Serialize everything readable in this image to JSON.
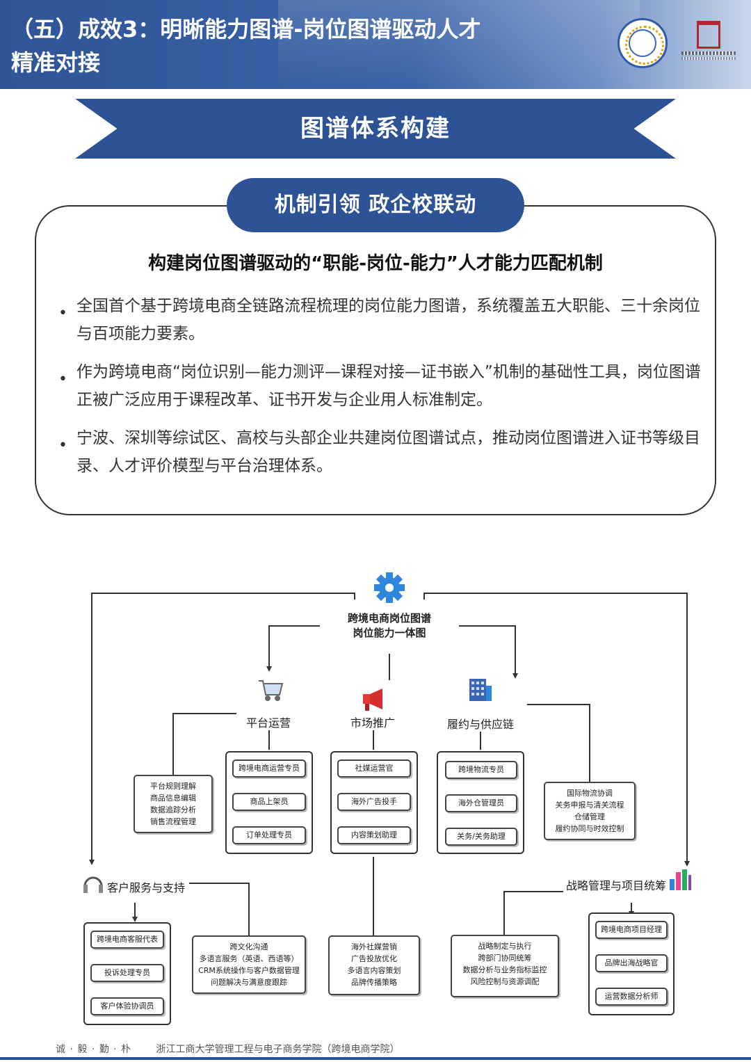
{
  "header": {
    "title_line1": "（五）成效3：明晰能力图谱-岗位图谱驱动人才",
    "title_line2": "精准对接"
  },
  "ribbon": {
    "title": "图谱体系构建"
  },
  "box": {
    "pill": "机制引领 政企校联动",
    "heading": "构建岗位图谱驱动的“职能-岗位-能力”人才能力匹配机制",
    "bullets": [
      "全国首个基于跨境电商全链路流程梳理的岗位能力图谱，系统覆盖五大职能、三十余岗位与百项能力要素。",
      "作为跨境电商“岗位识别—能力测评—课程对接—证书嵌入”机制的基础性工具，岗位图谱正被广泛应用于课程改革、证书开发与企业用人标准制定。",
      "宁波、深圳等综试区、高校与头部企业共建岗位图谱试点，推动岗位图谱进入证书等级目录、人才评价模型与平台治理体系。"
    ]
  },
  "diagram": {
    "center": [
      "跨境电商岗位图谱",
      "岗位能力一体图"
    ],
    "platform": {
      "label": "平台运营",
      "roles": [
        "跨境电商运营专员",
        "商品上架员",
        "订单处理专员"
      ],
      "skills": [
        "平台规则理解",
        "商品信息编辑",
        "数据追踪分析",
        "销售流程管理"
      ]
    },
    "marketing": {
      "label": "市场推广",
      "roles": [
        "社媒运营官",
        "海外广告投手",
        "内容策划助理"
      ],
      "skills": [
        "海外社媒营销",
        "广告投放优化",
        "多语言内容策划",
        "品牌传播策略"
      ]
    },
    "logistics": {
      "label": "履约与供应链",
      "roles": [
        "跨境物流专员",
        "海外仓管理员",
        "关务/关务助理"
      ],
      "skills": [
        "国际物流协调",
        "关务申报与清关流程",
        "仓储管理",
        "履约协同与时效控制"
      ]
    },
    "service": {
      "label": "客户服务与支持",
      "roles": [
        "跨境电商客服代表",
        "投诉处理专员",
        "客户体验协调员"
      ],
      "skills": [
        "跨文化沟通",
        "多语言服务（英语、西语等）",
        "CRM系统操作与客户数据管理",
        "问题解决与满意度跟踪"
      ]
    },
    "strategy": {
      "label": "战略管理与项目统筹",
      "roles": [
        "跨境电商项目经理",
        "品牌出海战略官",
        "运营数据分析师"
      ],
      "skills": [
        "战略制定与执行",
        "跨部门协同统筹",
        "数据分析与业务指标监控",
        "风险控制与资源调配"
      ]
    }
  },
  "footer": {
    "motto": "诚 · 毅 · 勤 · 朴",
    "school": "浙江工商大学管理工程与电子商务学院（跨境电商学院）"
  },
  "colors": {
    "primary": "#2d5296",
    "gear": "#2e86de"
  }
}
